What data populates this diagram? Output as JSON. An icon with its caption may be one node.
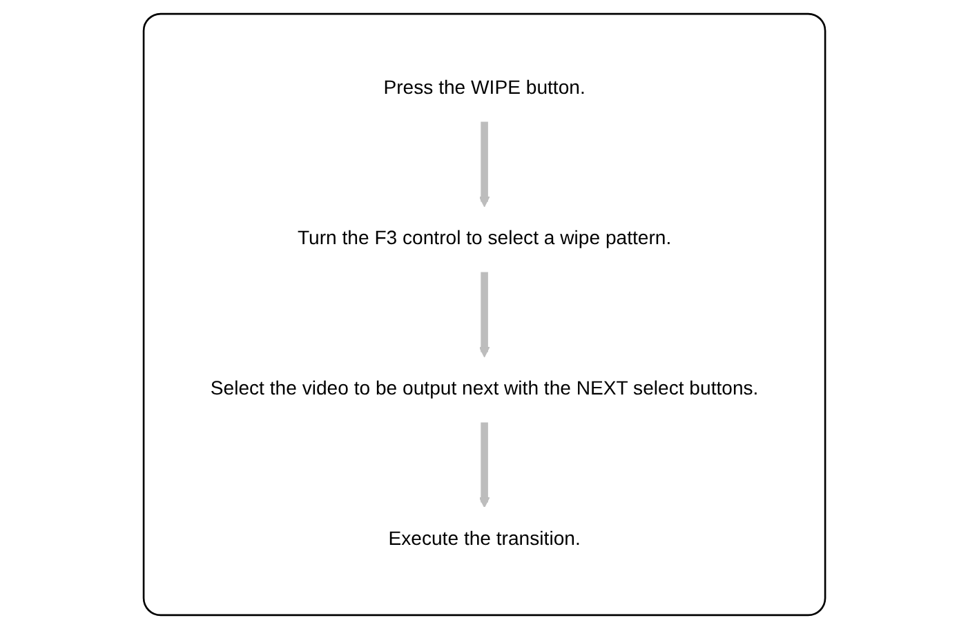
{
  "diagram": {
    "nodes": [
      {
        "text": [],
        "shape": "box"
      },
      {
        "text": [
          "Press the WIPE button."
        ],
        "in": 0
      },
      {
        "text": [
          "Turn the F3 control to select a wipe pattern."
        ],
        "in": 0
      },
      {
        "text": [
          "Select the video to be output next with the NEXT select buttons."
        ],
        "in": 0
      },
      {
        "text": [
          "Execute the transition."
        ],
        "in": 0
      }
    ],
    "edges": [
      {
        "from": 1,
        "to": 2,
        "arrow": "to"
      },
      {
        "from": 2,
        "to": 3,
        "arrow": "to"
      },
      {
        "from": 3,
        "to": 4,
        "arrow": "to"
      }
    ]
  }
}
